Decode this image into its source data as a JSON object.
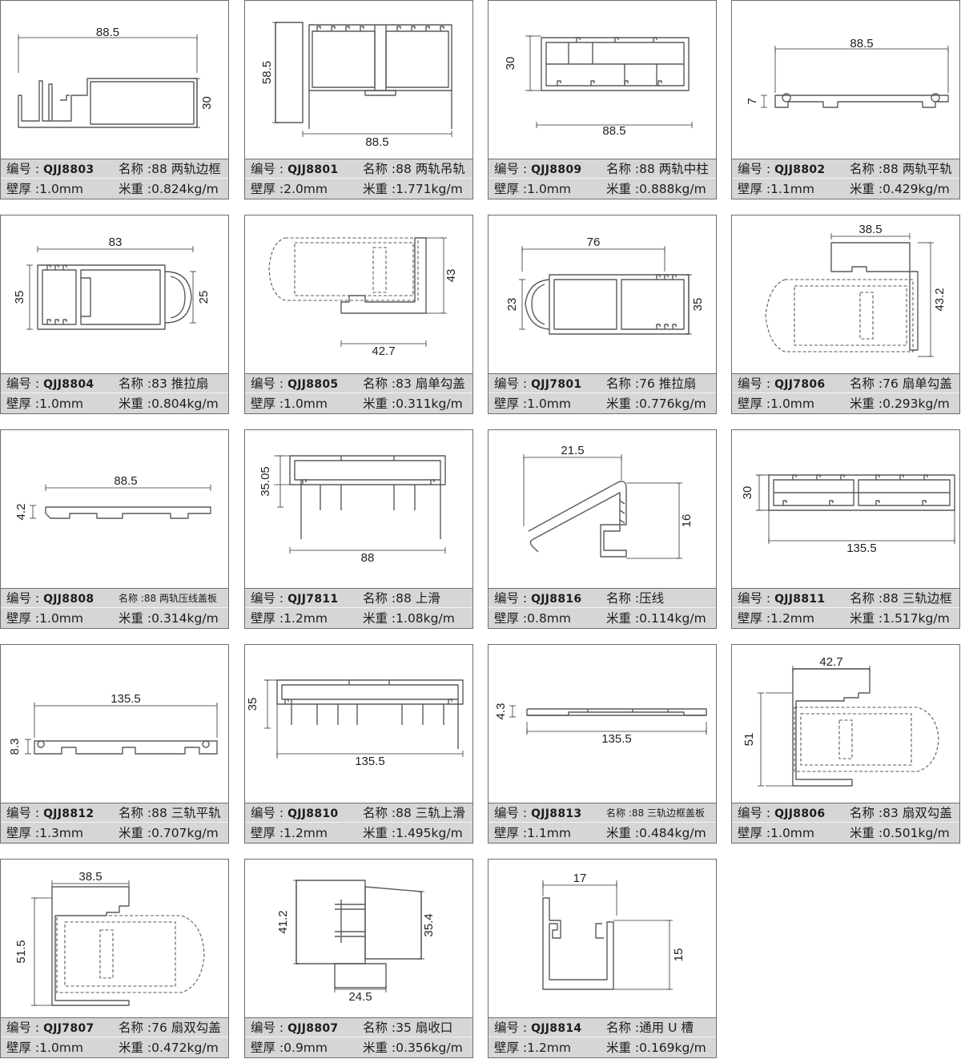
{
  "labels": {
    "code_prefix": "编号 : ",
    "name_prefix": "名称 :",
    "wall_prefix": "壁厚 :",
    "weight_prefix": "米重 :"
  },
  "profiles": [
    {
      "code": "QJJ8803",
      "name": "88 两轨边框",
      "wall": "1.0mm",
      "weight": "0.824kg/m",
      "dims": [
        "88.5",
        "30"
      ]
    },
    {
      "code": "QJJ8801",
      "name": "88 两轨吊轨",
      "wall": "2.0mm",
      "weight": "1.771kg/m",
      "dims": [
        "58.5",
        "88.5"
      ]
    },
    {
      "code": "QJJ8809",
      "name": "88 两轨中柱",
      "wall": "1.0mm",
      "weight": "0.888kg/m",
      "dims": [
        "30",
        "88.5"
      ]
    },
    {
      "code": "QJJ8802",
      "name": "88 两轨平轨",
      "wall": "1.1mm",
      "weight": "0.429kg/m",
      "dims": [
        "88.5",
        "7"
      ]
    },
    {
      "code": "QJJ8804",
      "name": "83 推拉扇",
      "wall": "1.0mm",
      "weight": "0.804kg/m",
      "dims": [
        "83",
        "35",
        "25"
      ]
    },
    {
      "code": "QJJ8805",
      "name": "83 扇单勾盖",
      "wall": "1.0mm",
      "weight": "0.311kg/m",
      "dims": [
        "43",
        "42.7"
      ]
    },
    {
      "code": "QJJ7801",
      "name": "76 推拉扇",
      "wall": "1.0mm",
      "weight": "0.776kg/m",
      "dims": [
        "76",
        "23",
        "35"
      ]
    },
    {
      "code": "QJJ7806",
      "name": "76 扇单勾盖",
      "wall": "1.0mm",
      "weight": "0.293kg/m",
      "dims": [
        "38.5",
        "43.2"
      ]
    },
    {
      "code": "QJJ8808",
      "name": "88 两轨压线盖板",
      "wall": "1.0mm",
      "weight": "0.314kg/m",
      "dims": [
        "4.2",
        "88.5"
      ],
      "small_name": true
    },
    {
      "code": "QJJ7811",
      "name": "88 上滑",
      "wall": "1.2mm",
      "weight": "1.08kg/m",
      "dims": [
        "35.05",
        "88"
      ]
    },
    {
      "code": "QJJ8816",
      "name": "压线",
      "wall": "0.8mm",
      "weight": "0.114kg/m",
      "dims": [
        "21.5",
        "16"
      ]
    },
    {
      "code": "QJJ8811",
      "name": "88 三轨边框",
      "wall": "1.2mm",
      "weight": "1.517kg/m",
      "dims": [
        "30",
        "135.5"
      ]
    },
    {
      "code": "QJJ8812",
      "name": "88 三轨平轨",
      "wall": "1.3mm",
      "weight": "0.707kg/m",
      "dims": [
        "135.5",
        "8.3"
      ]
    },
    {
      "code": "QJJ8810",
      "name": "88 三轨上滑",
      "wall": "1.2mm",
      "weight": "1.495kg/m",
      "dims": [
        "35",
        "135.5"
      ]
    },
    {
      "code": "QJJ8813",
      "name": "88 三轨边框盖板",
      "wall": "1.1mm",
      "weight": "0.484kg/m",
      "dims": [
        "4.3",
        "135.5"
      ],
      "small_name": true
    },
    {
      "code": "QJJ8806",
      "name": "83 扇双勾盖",
      "wall": "1.0mm",
      "weight": "0.501kg/m",
      "dims": [
        "42.7",
        "51"
      ]
    },
    {
      "code": "QJJ7807",
      "name": "76 扇双勾盖",
      "wall": "1.0mm",
      "weight": "0.472kg/m",
      "dims": [
        "38.5",
        "51.5"
      ]
    },
    {
      "code": "QJJ8807",
      "name": "35 扇收口",
      "wall": "0.9mm",
      "weight": "0.356kg/m",
      "dims": [
        "41.2",
        "35.4",
        "24.5"
      ]
    },
    {
      "code": "QJJ8814",
      "name": "通用 U 槽",
      "wall": "1.2mm",
      "weight": "0.169kg/m",
      "dims": [
        "17",
        "15"
      ]
    }
  ]
}
